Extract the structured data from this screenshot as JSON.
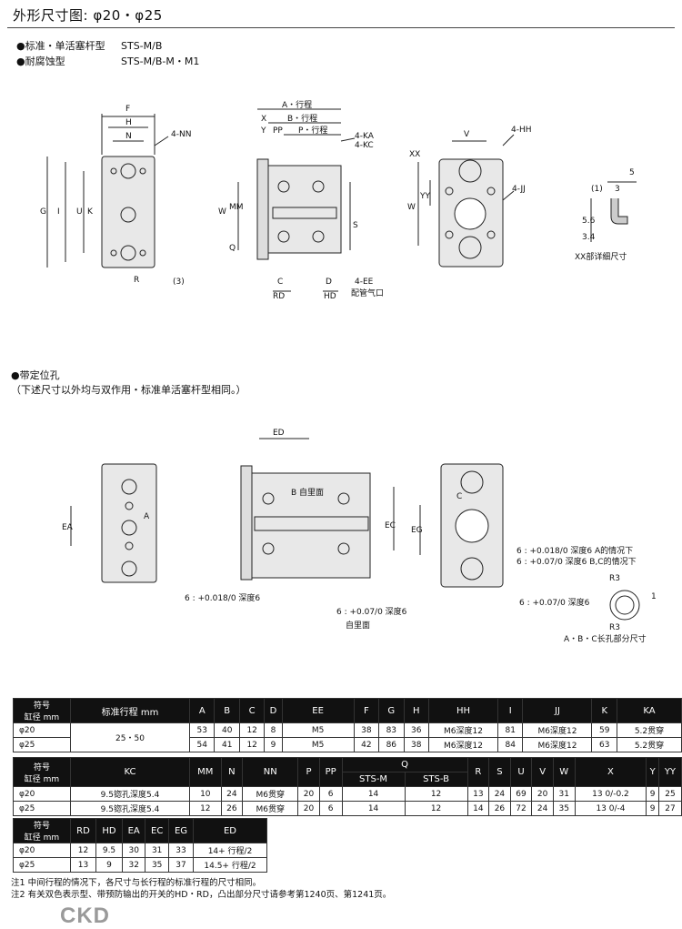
{
  "title": "外形尺寸图: φ20・φ25",
  "models": [
    {
      "name": "●标准・单活塞杆型",
      "code": "STS-M/B"
    },
    {
      "name": "●耐腐蚀型",
      "code": "STS-M/B-M・M1"
    }
  ],
  "drawing_labels": {
    "top": [
      "F",
      "H",
      "N",
      "4-NN",
      "G",
      "I",
      "U",
      "K",
      "R",
      "(3)",
      "A・行程",
      "X",
      "B・行程",
      "Y",
      "PP",
      "P・行程",
      "4-KA",
      "4-KC",
      "W",
      "MM",
      "Q",
      "S",
      "4-EE",
      "配管气口",
      "C",
      "RD",
      "D",
      "HD",
      "V",
      "4-HH",
      "XX",
      "YY",
      "4-JJ",
      "5",
      "(1)",
      "3",
      "5.6",
      "3.4",
      "XX部详细尺寸"
    ],
    "bottom": [
      "ED",
      "EA",
      "A",
      "B 自里面",
      "EC",
      "EG",
      "C",
      "6 : +0.018/0 深度6",
      "6 : +0.07/0 深度6",
      "自里面",
      "6 : +0.018/0 深度6 A的情况下",
      "6 : +0.07/0 深度6 B,C的情况下",
      "R3",
      "1",
      "A・B・C长孔部分尺寸"
    ]
  },
  "section2": {
    "heading": "●带定位孔",
    "sub": "（下述尺寸以外均与双作用・标准单活塞杆型相同。）"
  },
  "table1": {
    "header_symbol": "符号",
    "header_bore": "缸径 mm",
    "columns": [
      "标准行程 mm",
      "A",
      "B",
      "C",
      "D",
      "EE",
      "F",
      "G",
      "H",
      "HH",
      "I",
      "JJ",
      "K",
      "KA"
    ],
    "rows": [
      {
        "bore": "φ20",
        "stroke": "25・50",
        "vals": [
          "53",
          "40",
          "12",
          "8",
          "M5",
          "38",
          "83",
          "36",
          "M6深度12",
          "81",
          "M6深度12",
          "59",
          "5.2贯穿"
        ]
      },
      {
        "bore": "φ25",
        "stroke": "",
        "vals": [
          "54",
          "41",
          "12",
          "9",
          "M5",
          "42",
          "86",
          "38",
          "M6深度12",
          "84",
          "M6深度12",
          "63",
          "5.2贯穿"
        ]
      }
    ]
  },
  "table2": {
    "header_symbol": "符号",
    "header_bore": "缸径 mm",
    "columns": [
      "KC",
      "MM",
      "N",
      "NN",
      "P",
      "PP",
      "Q",
      "R",
      "S",
      "U",
      "V",
      "W",
      "X",
      "Y",
      "YY"
    ],
    "q_sub": [
      "STS-M",
      "STS-B"
    ],
    "rows": [
      {
        "bore": "φ20",
        "vals": [
          "9.5锪孔深度5.4",
          "10",
          "24",
          "M6贯穿",
          "20",
          "6",
          "14",
          "12",
          "13",
          "24",
          "69",
          "20",
          "31",
          "13 0/-0.2",
          "9",
          "25"
        ]
      },
      {
        "bore": "φ25",
        "vals": [
          "9.5锪孔深度5.4",
          "12",
          "26",
          "M6贯穿",
          "20",
          "6",
          "14",
          "12",
          "14",
          "26",
          "72",
          "24",
          "35",
          "13 0/-4",
          "9",
          "27"
        ]
      }
    ]
  },
  "table3": {
    "header_symbol": "符号",
    "header_bore": "缸径 mm",
    "columns": [
      "RD",
      "HD",
      "EA",
      "EC",
      "EG",
      "ED"
    ],
    "rows": [
      {
        "bore": "φ20",
        "vals": [
          "12",
          "9.5",
          "30",
          "31",
          "33",
          "14+ 行程/2"
        ]
      },
      {
        "bore": "φ25",
        "vals": [
          "13",
          "9",
          "32",
          "35",
          "37",
          "14.5+ 行程/2"
        ]
      }
    ]
  },
  "notes": [
    "注1 中间行程的情况下，各尺寸与长行程的标准行程的尺寸相同。",
    "注2 有关双色表示型、带预防输出的开关的HD・RD，凸出部分尺寸请参考第1240页、第1241页。"
  ],
  "brand": "CKD"
}
